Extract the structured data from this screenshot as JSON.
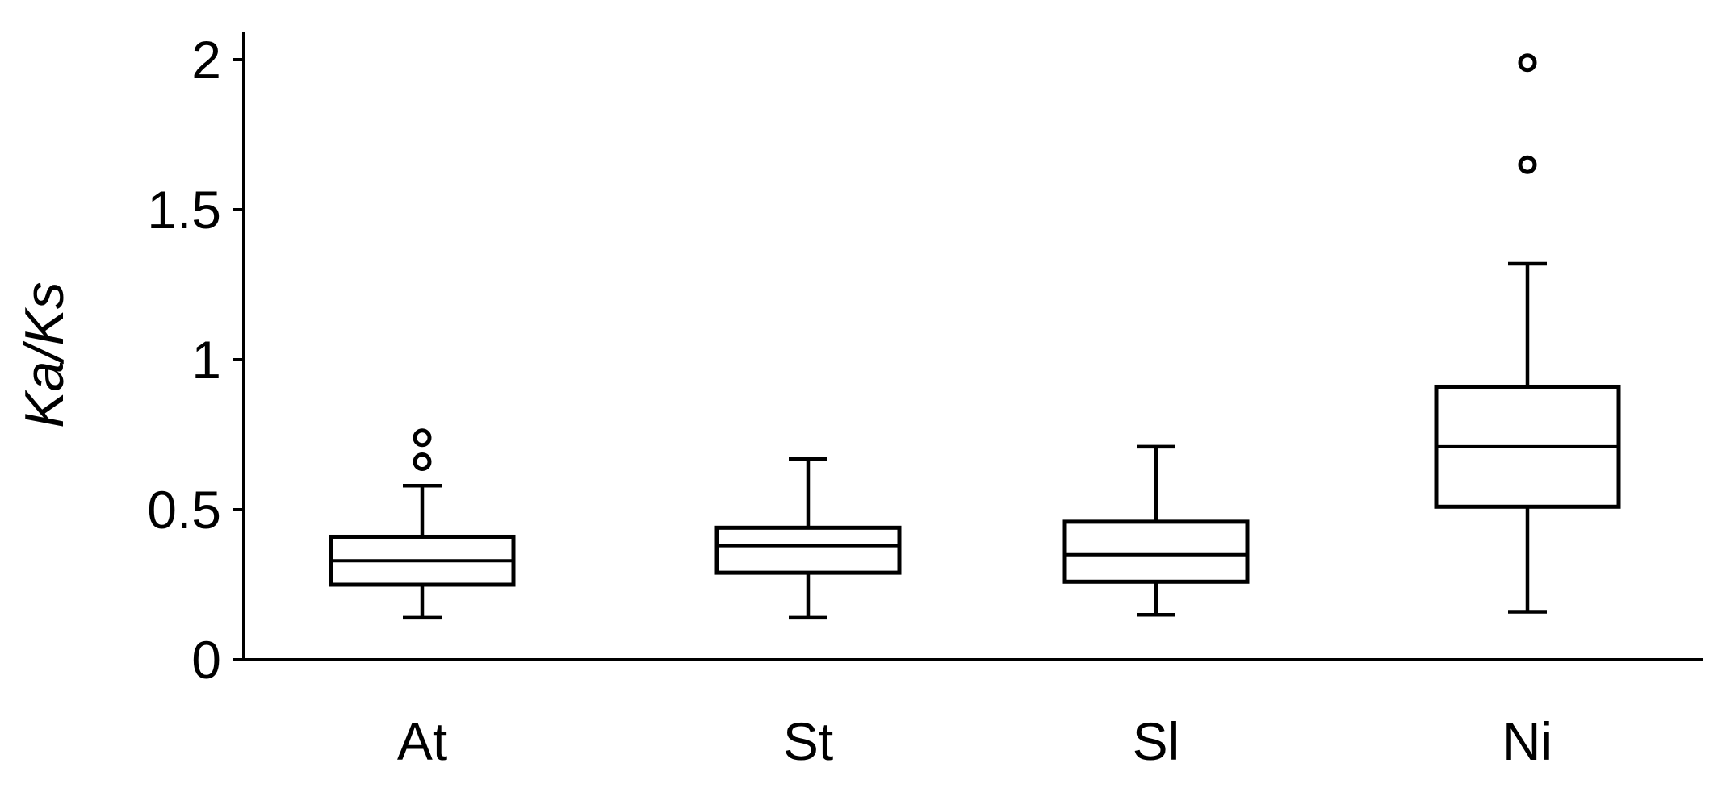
{
  "chart_data": {
    "type": "box",
    "title": "",
    "xlabel": "",
    "ylabel": "Ka/Ks",
    "ylim": [
      0,
      2.1
    ],
    "yticks": [
      0,
      0.5,
      1,
      1.5,
      2
    ],
    "ytick_labels": [
      "0",
      "0.5",
      "1",
      "1.5",
      "2"
    ],
    "grid": false,
    "legend": "none",
    "categories": [
      "At",
      "St",
      "Sl",
      "Ni"
    ],
    "boxes": [
      {
        "category": "At",
        "whisker_low": 0.14,
        "q1": 0.25,
        "median": 0.33,
        "q3": 0.41,
        "whisker_high": 0.58,
        "outliers": [
          0.66,
          0.74
        ]
      },
      {
        "category": "St",
        "whisker_low": 0.14,
        "q1": 0.29,
        "median": 0.38,
        "q3": 0.44,
        "whisker_high": 0.67,
        "outliers": []
      },
      {
        "category": "Sl",
        "whisker_low": 0.15,
        "q1": 0.26,
        "median": 0.35,
        "q3": 0.46,
        "whisker_high": 0.71,
        "outliers": []
      },
      {
        "category": "Ni",
        "whisker_low": 0.16,
        "q1": 0.51,
        "median": 0.71,
        "q3": 0.91,
        "whisker_high": 1.32,
        "outliers": [
          1.65,
          1.99
        ]
      }
    ]
  }
}
